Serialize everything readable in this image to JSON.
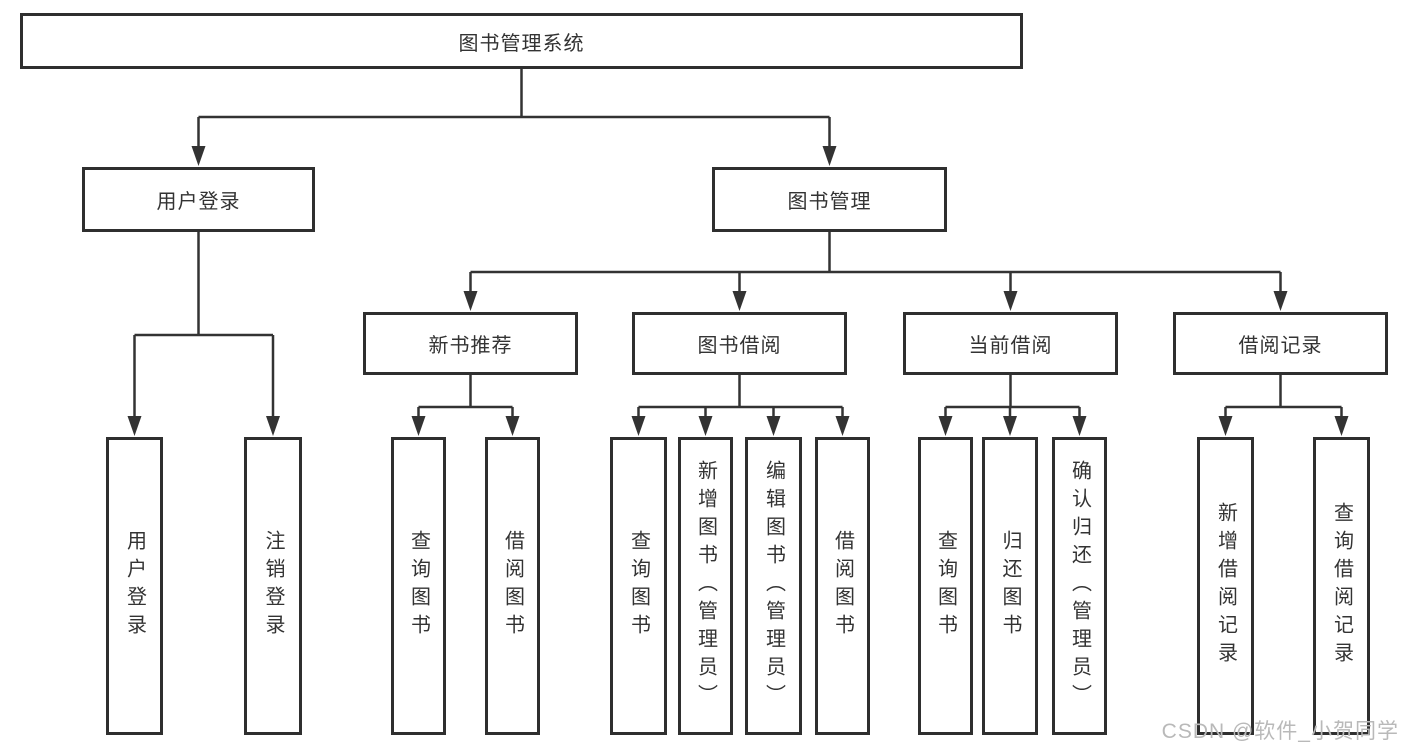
{
  "title": "图书管理系统",
  "watermark": "CSDN @软件_小贺同学",
  "colors": {
    "line": "#333333",
    "box_border": "#2f2f2f",
    "text": "#333333",
    "watermark": "#b9b9b9",
    "background": "#ffffff"
  },
  "tree": {
    "id": "root",
    "label": "图书管理系统",
    "children": [
      {
        "id": "user-login",
        "label": "用户登录",
        "children": [
          {
            "id": "user-login-action",
            "label": "用户登录"
          },
          {
            "id": "logout-action",
            "label": "注销登录"
          }
        ]
      },
      {
        "id": "book-management",
        "label": "图书管理",
        "children": [
          {
            "id": "new-book-recommend",
            "label": "新书推荐",
            "children": [
              {
                "id": "nbr-query-book",
                "label": "查询图书"
              },
              {
                "id": "nbr-borrow-book",
                "label": "借阅图书"
              }
            ]
          },
          {
            "id": "book-borrowing",
            "label": "图书借阅",
            "children": [
              {
                "id": "bb-query-book",
                "label": "查询图书"
              },
              {
                "id": "bb-add-book",
                "label": "新增图书（管理员）"
              },
              {
                "id": "bb-edit-book",
                "label": "编辑图书（管理员）"
              },
              {
                "id": "bb-borrow-book",
                "label": "借阅图书"
              }
            ]
          },
          {
            "id": "current-borrowing",
            "label": "当前借阅",
            "children": [
              {
                "id": "cb-query-book",
                "label": "查询图书"
              },
              {
                "id": "cb-return-book",
                "label": "归还图书"
              },
              {
                "id": "cb-confirm-return",
                "label": "确认归还（管理员）"
              }
            ]
          },
          {
            "id": "borrow-records",
            "label": "借阅记录",
            "children": [
              {
                "id": "br-add-record",
                "label": "新增借阅记录"
              },
              {
                "id": "br-query-record",
                "label": "查询借阅记录"
              }
            ]
          }
        ]
      }
    ]
  }
}
